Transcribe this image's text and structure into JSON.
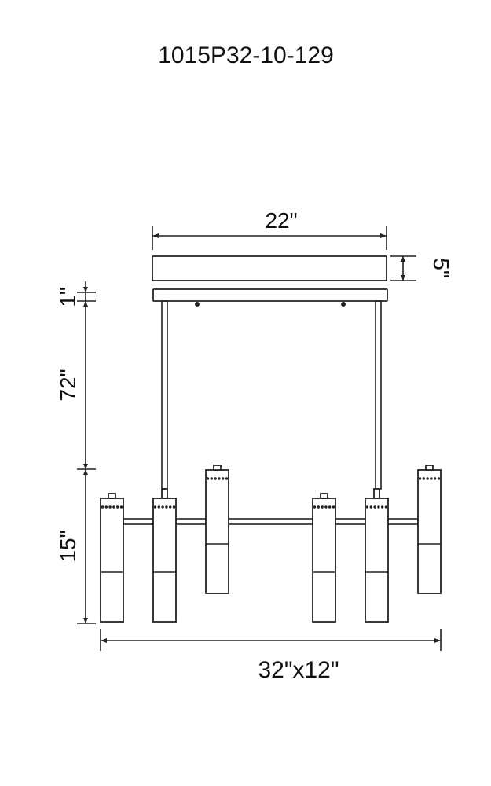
{
  "title": "1015P32-10-129",
  "dimensions": {
    "canopy_width": "22\"",
    "canopy_height": "5\"",
    "gap": "1\"",
    "suspension": "72\"",
    "fixture_height": "15\"",
    "fixture_size": "32\"x12\""
  }
}
